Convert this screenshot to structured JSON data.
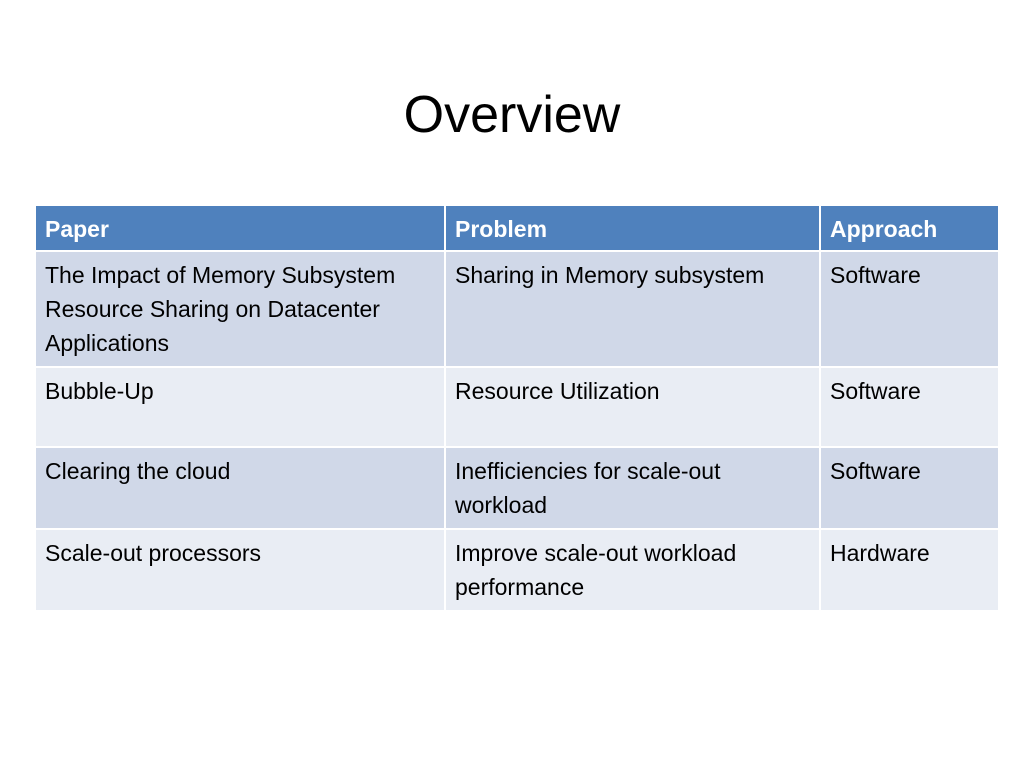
{
  "slide": {
    "title": "Overview"
  },
  "table": {
    "headers": [
      "Paper",
      "Problem",
      "Approach"
    ],
    "rows": [
      [
        "The Impact of Memory Subsystem Resource Sharing on Datacenter Applications",
        "Sharing in Memory subsystem",
        "Software"
      ],
      [
        "Bubble-Up",
        "Resource Utilization",
        "Software"
      ],
      [
        "Clearing the cloud",
        "Inefficiencies for scale-out workload",
        "Software"
      ],
      [
        "Scale-out processors",
        "Improve scale-out workload performance",
        "Hardware"
      ]
    ]
  },
  "colors": {
    "header_bg": "#4f81bd",
    "header_text": "#ffffff",
    "row_odd_bg": "#d0d8e8",
    "row_even_bg": "#e9edf4"
  }
}
